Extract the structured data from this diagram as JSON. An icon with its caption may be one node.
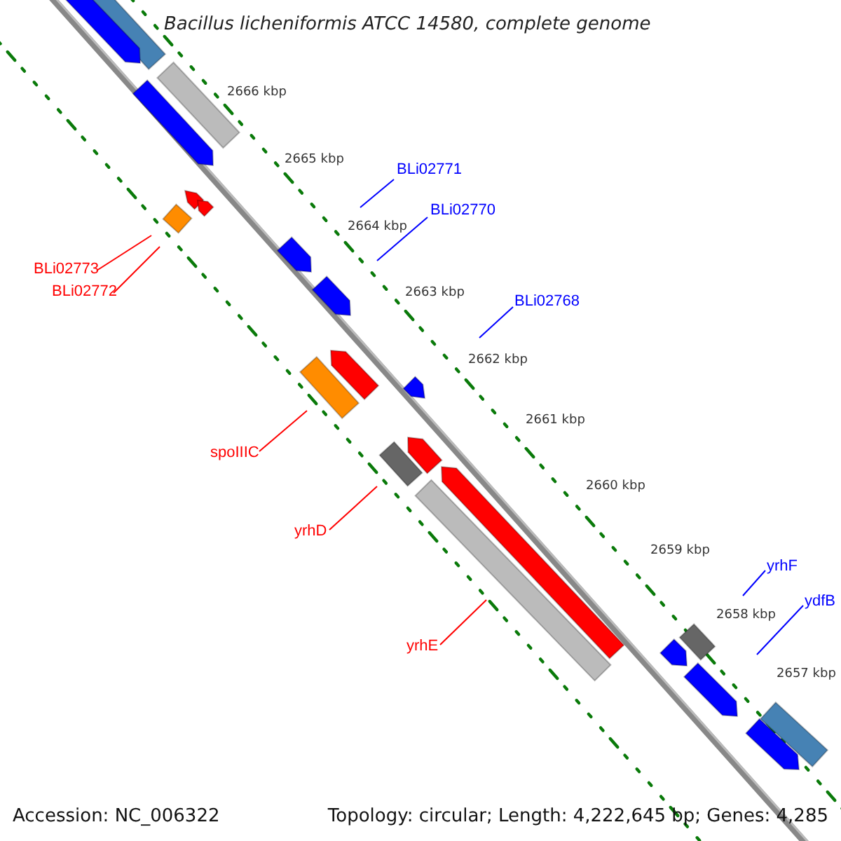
{
  "diagram": {
    "title": "Bacillus licheniformis ATCC 14580, complete genome",
    "nodes": [
      {
        "text": [
          "BLi02771"
        ]
      },
      {
        "text": [
          "BLi02770"
        ]
      },
      {
        "text": [
          "BLi02773"
        ]
      },
      {
        "text": [
          "BLi02772"
        ]
      },
      {
        "text": [
          "BLi02768"
        ]
      },
      {
        "text": [
          "spoIIIC"
        ]
      },
      {
        "text": [
          "yrhD"
        ]
      },
      {
        "text": [
          "yrhF"
        ]
      },
      {
        "text": [
          "ydfB"
        ]
      },
      {
        "text": [
          "yrhE"
        ]
      }
    ],
    "edges": [
      {
        "from": 0,
        "to": null,
        "arrow": "none",
        "color": "#0000ff"
      },
      {
        "from": 1,
        "to": null,
        "arrow": "none",
        "color": "#0000ff"
      },
      {
        "from": 2,
        "to": null,
        "arrow": "none",
        "color": "#ff0000"
      },
      {
        "from": 3,
        "to": null,
        "arrow": "none",
        "color": "#ff0000"
      },
      {
        "from": 4,
        "to": null,
        "arrow": "none",
        "color": "#0000ff"
      },
      {
        "from": 5,
        "to": null,
        "arrow": "none",
        "color": "#ff0000"
      },
      {
        "from": 6,
        "to": null,
        "arrow": "none",
        "color": "#ff0000"
      },
      {
        "from": 7,
        "to": null,
        "arrow": "none",
        "color": "#0000ff"
      },
      {
        "from": 8,
        "to": null,
        "arrow": "none",
        "color": "#0000ff"
      },
      {
        "from": 9,
        "to": null,
        "arrow": "none",
        "color": "#ff0000"
      }
    ],
    "labels": [
      "2666 kbp",
      "2665 kbp",
      "2664 kbp",
      "2663 kbp",
      "2662 kbp",
      "2661 kbp",
      "2660 kbp",
      "2659 kbp",
      "2658 kbp",
      "2657 kbp",
      "Accession: NC_006322",
      "Topology: circular; Length: 4,222,645 bp; Genes: 4,285"
    ]
  }
}
